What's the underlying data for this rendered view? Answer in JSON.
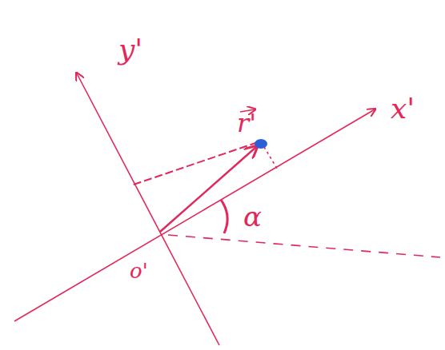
{
  "diagram": {
    "labels": [
      "y'",
      "x'",
      "r'",
      "α",
      "o'"
    ]
  }
}
